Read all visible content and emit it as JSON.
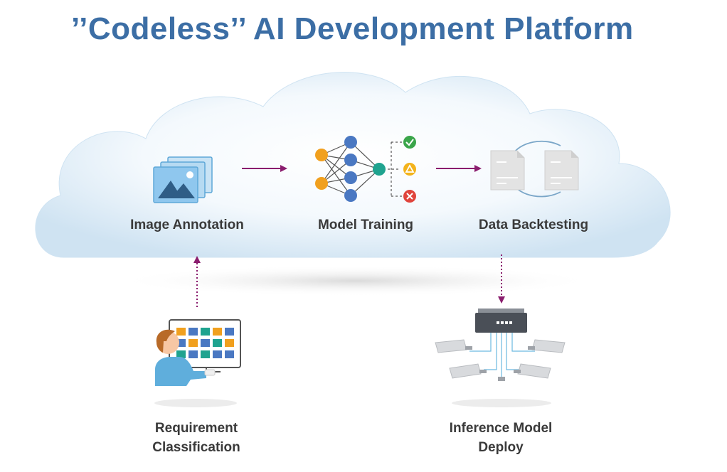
{
  "title": "’’Codeless’’ AI Development Platform",
  "cloud_steps": {
    "image_annotation": "Image Annotation",
    "model_training": "Model Training",
    "data_backtesting": "Data Backtesting"
  },
  "bottom_steps": {
    "requirement_line1": "Requirement",
    "requirement_line2": "Classification",
    "inference_line1": "Inference Model",
    "inference_line2": "Deploy"
  },
  "colors": {
    "title": "#3c6ea5",
    "arrow": "#8a1d6e",
    "node_orange": "#f1a01e",
    "node_blue": "#4a78c2",
    "node_teal": "#1fa38f",
    "check_green": "#3aa54a",
    "warn_yellow": "#f3b31b",
    "error_red": "#e0443c"
  }
}
